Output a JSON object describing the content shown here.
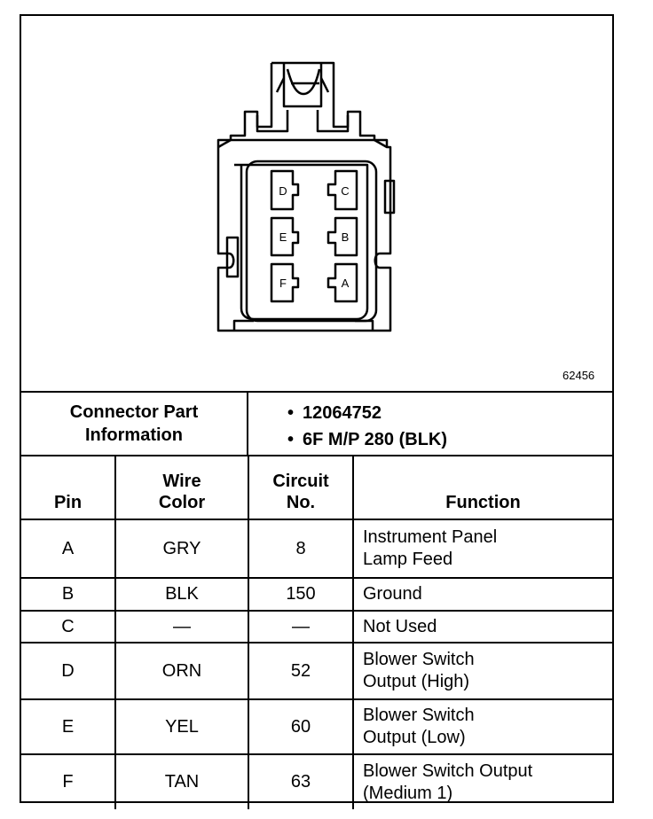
{
  "figure_number": "62456",
  "connector_pins": {
    "left_column": [
      "D",
      "E",
      "F"
    ],
    "right_column": [
      "C",
      "B",
      "A"
    ]
  },
  "part_info": {
    "label": "Connector Part\nInformation",
    "items": [
      "12064752",
      "6F M/P 280 (BLK)"
    ]
  },
  "table": {
    "headers": {
      "pin": "Pin",
      "wire_color": "Wire\nColor",
      "circuit_no": "Circuit\nNo.",
      "function": "Function"
    },
    "rows": [
      {
        "pin": "A",
        "wire_color": "GRY",
        "circuit_no": "8",
        "function": "Instrument Panel\nLamp Feed"
      },
      {
        "pin": "B",
        "wire_color": "BLK",
        "circuit_no": "150",
        "function": "Ground"
      },
      {
        "pin": "C",
        "wire_color": "—",
        "circuit_no": "—",
        "function": "Not Used"
      },
      {
        "pin": "D",
        "wire_color": "ORN",
        "circuit_no": "52",
        "function": "Blower Switch\nOutput (High)"
      },
      {
        "pin": "E",
        "wire_color": "YEL",
        "circuit_no": "60",
        "function": "Blower Switch\nOutput (Low)"
      },
      {
        "pin": "F",
        "wire_color": "TAN",
        "circuit_no": "63",
        "function": "Blower Switch Output\n(Medium 1)"
      }
    ]
  }
}
